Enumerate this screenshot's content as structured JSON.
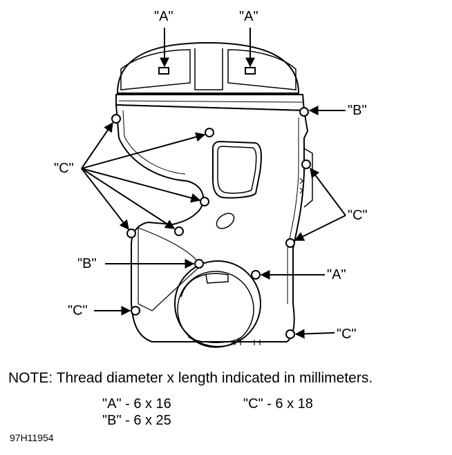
{
  "callouts": {
    "a_top_left": "\"A\"",
    "a_top_right": "\"A\"",
    "b_upper_right": "\"B\"",
    "c_left": "\"C\"",
    "c_right": "\"C\"",
    "b_left": "\"B\"",
    "a_right": "\"A\"",
    "c_lower_left": "\"C\"",
    "c_lower_right": "\"C\""
  },
  "note": "NOTE: Thread diameter x length indicated in millimeters.",
  "specs": {
    "a": "\"A\" - 6 x 16",
    "b": "\"B\" - 6 x 25",
    "c": "\"C\" - 6 x 18"
  },
  "figure_id": "97H11954"
}
